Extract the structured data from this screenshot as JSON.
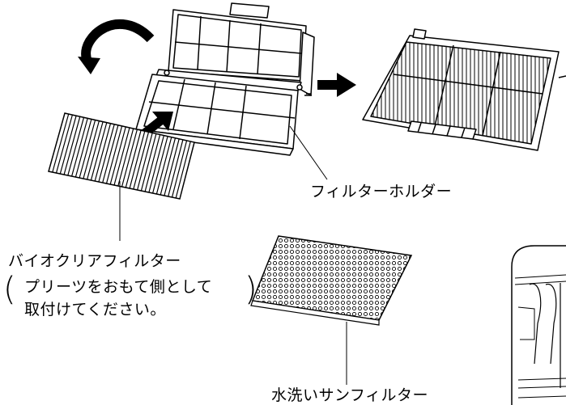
{
  "labels": {
    "filter_holder": "フィルターホルダー",
    "bio_clear_filter": "バイオクリアフィルター",
    "bio_note_line1": "プリーツをおもて側として",
    "bio_note_line2": "取付けてください。",
    "water_wash_filter": "水洗いサンフィルター"
  },
  "icons": {
    "rotate_arrow": "curved-arrow-icon",
    "insert_arrow": "diagonal-arrow-icon",
    "result_arrow": "right-arrow-icon"
  },
  "colors": {
    "line": "#000000",
    "background": "#ffffff"
  }
}
